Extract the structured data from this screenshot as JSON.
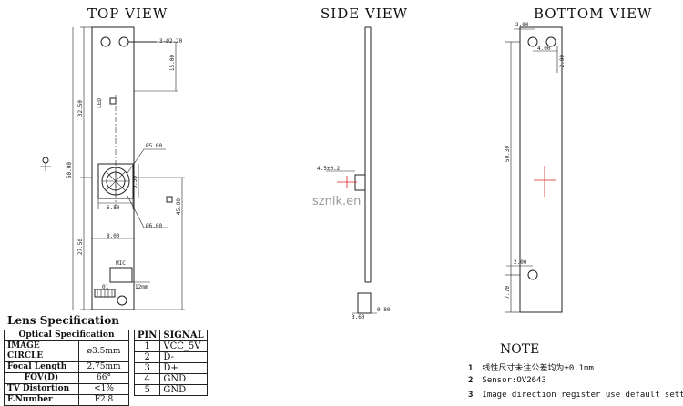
{
  "views": {
    "top": "TOP VIEW",
    "side": "SIDE VIEW",
    "bottom": "BOTTOM VIEW"
  },
  "top_dims": {
    "hole": "3-Ø2.20",
    "d_15": "15.00",
    "d_32": "32.50",
    "d_60": "60.00",
    "d_27": "27.50",
    "d_45": "45.00",
    "d_phi5": "Ø5.00",
    "d_650a": "6.50",
    "d_650b": "6.50",
    "d_phi6": "Ø6.00",
    "d_8": "8.00",
    "led": "LED",
    "mic": "MIC",
    "d_12mm": "12mm",
    "pin1": "01"
  },
  "side_dims": {
    "lens": "4.5±0.2",
    "d_360": "3.60",
    "d_080": "0.80"
  },
  "bottom_dims": {
    "d_200a": "2.00",
    "d_400": "4.00",
    "d_200b": "2.00",
    "d_5030": "50.30",
    "d_200c": "2.00",
    "d_770": "7.70"
  },
  "watermark": "sznlk.en",
  "lens_spec": {
    "title": "Lens Specification",
    "header": "Optical Specification",
    "rows": [
      {
        "label": "IMAGE CIRCLE",
        "value": "ø3.5mm"
      },
      {
        "label": "Focal Length",
        "value": "2.75mm"
      },
      {
        "label": "FOV(D)",
        "value": "66°"
      },
      {
        "label": "TV Distortion",
        "value": "<1%"
      },
      {
        "label": "F.Number",
        "value": "F2.8"
      }
    ]
  },
  "pin_table": {
    "headers": [
      "PIN",
      "SIGNAL"
    ],
    "rows": [
      {
        "pin": "1",
        "signal": "VCC_5V"
      },
      {
        "pin": "2",
        "signal": "D-"
      },
      {
        "pin": "3",
        "signal": "D+"
      },
      {
        "pin": "4",
        "signal": "GND"
      },
      {
        "pin": "5",
        "signal": "GND"
      }
    ]
  },
  "note": {
    "title": "NOTE",
    "items": [
      {
        "num": "1",
        "text": "线性尺寸未注公差均为±0.1mm"
      },
      {
        "num": "2",
        "text": "Sensor:OV2643"
      },
      {
        "num": "3",
        "text": "Image direction register use default setting"
      }
    ]
  }
}
